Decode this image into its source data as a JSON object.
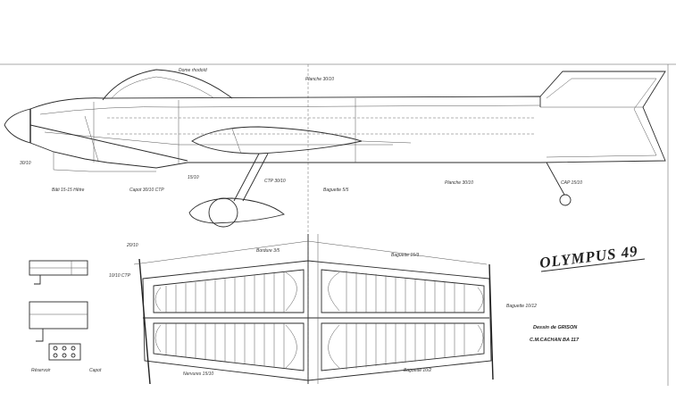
{
  "plan": {
    "title": "OLYMPUS 49",
    "credits": [
      "Dessin de GRISON",
      "C.M.CACHAN  BA 117"
    ],
    "fuselage_labels": {
      "canopy": "Dome rhodoïd",
      "top_sheet": "Planche 30/10",
      "nose_size": "30/10",
      "engine_mount": "Bâti 15-15 Hêtre",
      "cowl": "Capot 30/10 CTP",
      "mount_size": "15/10",
      "ctp_1": "CTP 30/10",
      "ctp_2": "Baguette 5/5",
      "bottom_sheet": "Planche 30/10",
      "tail_wheel": "CAP 15/10"
    },
    "wing_labels": {
      "dim_left": "20/10",
      "root_rib": "10/10 CTP",
      "leading_edge": "Bordure 3/5",
      "top_strip": "Baguette 15/3",
      "rear_strip": "Baguette 10/12",
      "ribs": "Nervures 15/10",
      "bottom_strip": "Baguette 10/2"
    },
    "detail_labels": {
      "tank": "Réservoir",
      "cowl_detail": "Capot"
    }
  }
}
